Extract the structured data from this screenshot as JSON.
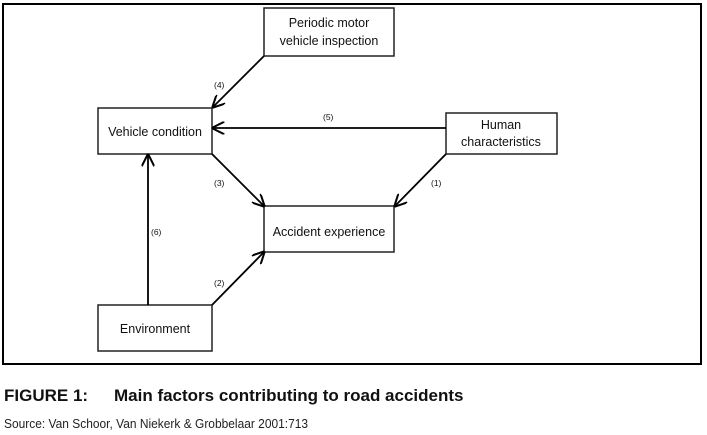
{
  "figure": {
    "number_label": "FIGURE 1:",
    "title": "Main factors contributing to road accidents",
    "source": "Source: Van Schoor, Van Niekerk & Grobbelaar 2001:713"
  },
  "nodes": [
    {
      "id": "periodic",
      "lines": [
        "Periodic motor",
        "vehicle inspection"
      ]
    },
    {
      "id": "vehicle",
      "lines": [
        "Vehicle condition"
      ]
    },
    {
      "id": "human",
      "lines": [
        "Human",
        "characteristics"
      ]
    },
    {
      "id": "accident",
      "lines": [
        "Accident experience"
      ]
    },
    {
      "id": "environment",
      "lines": [
        "Environment"
      ]
    }
  ],
  "edges": [
    {
      "label": "(1)",
      "from": "human",
      "to": "accident"
    },
    {
      "label": "(2)",
      "from": "environment",
      "to": "accident"
    },
    {
      "label": "(3)",
      "from": "vehicle",
      "to": "accident"
    },
    {
      "label": "(4)",
      "from": "periodic",
      "to": "vehicle"
    },
    {
      "label": "(5)",
      "from": "human",
      "to": "vehicle"
    },
    {
      "label": "(6)",
      "from": "environment",
      "to": "vehicle"
    }
  ]
}
